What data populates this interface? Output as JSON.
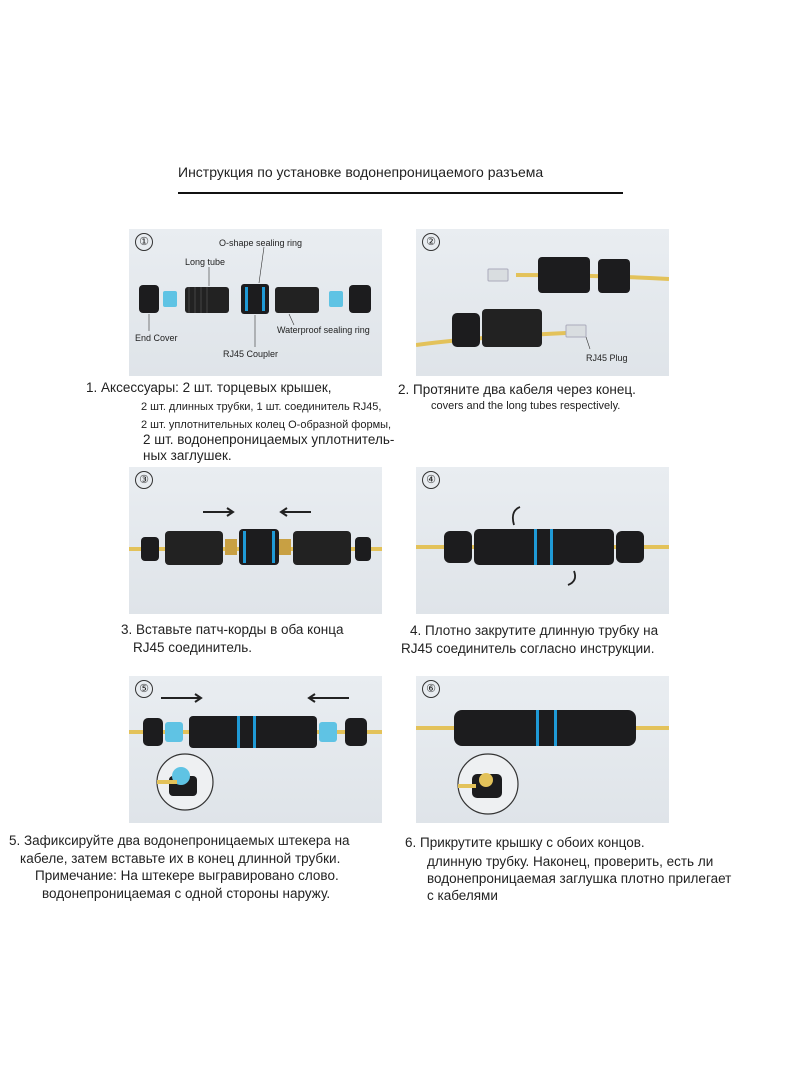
{
  "title": "Инструкция по установке водонепроницаемого разъема",
  "steps": [
    {
      "num": "①",
      "labels": {
        "o_ring": "O-shape sealing ring",
        "long_tube": "Long tube",
        "end_cover": "End Cover",
        "rj45_coupler": "RJ45 Coupler",
        "waterproof_ring": "Waterproof sealing ring"
      },
      "caption": [
        "1. Аксессуары: 2 шт. торцевых крышек,",
        "2 шт. длинных трубки, 1 шт. соединитель RJ45,",
        "2 шт. уплотнительных колец О-образной формы,",
        "2 шт. водонепроницаемых уплотнитель-",
        "ных заглушек."
      ]
    },
    {
      "num": "②",
      "labels": {
        "rj45_plug": "RJ45 Plug"
      },
      "caption": [
        "2. Протяните два кабеля через конец.",
        "covers and the long tubes respectively."
      ]
    },
    {
      "num": "③",
      "caption": [
        "3. Вставьте патч-корды в оба конца",
        "RJ45 соединитель."
      ]
    },
    {
      "num": "④",
      "caption": [
        "4. Плотно закрутите длинную трубку на",
        "RJ45 соединитель согласно инструкции."
      ]
    },
    {
      "num": "⑤",
      "caption": [
        "5. Зафиксируйте два водонепроницаемых штекера на",
        "кабеле, затем вставьте их в конец длинной трубки.",
        "Примечание: На штекере выгравировано слово.",
        "водонепроницаемая с одной стороны наружу."
      ]
    },
    {
      "num": "⑥",
      "caption": [
        "6. Прикрутите крышку с обоих концов.",
        "длинную трубку. Наконец, проверить, есть ли",
        "водонепроницаемая заглушка плотно прилегает",
        "с кабелями"
      ]
    }
  ],
  "colors": {
    "cable": "#e3c25a",
    "body": "#1c1c1e",
    "seal": "#5fc3e4",
    "stripe": "#1f9ad6",
    "copper": "#c8a043"
  }
}
